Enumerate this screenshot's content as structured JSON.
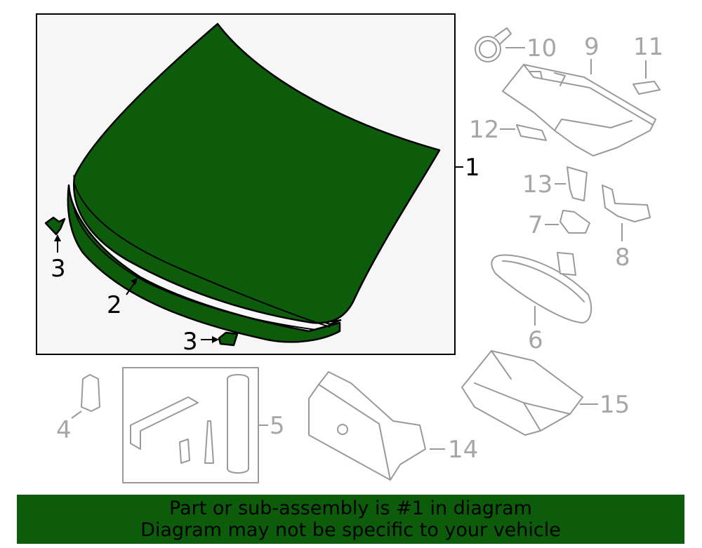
{
  "colors": {
    "highlight": "#0c5c0c",
    "banner": "#0c5c0c",
    "inactive_part": "#9a9a9a",
    "panel_background": "#f6f6f6"
  },
  "callouts": {
    "windshield": "1",
    "molding": "2",
    "clip_left": "3",
    "clip_bottom": "3",
    "cap": "4",
    "kit": "5",
    "mirror": "6",
    "mirror_bracket": "7",
    "mirror_cover": "8",
    "sensor_cover": "9",
    "rain_sensor": "10",
    "connector_11": "11",
    "connector_12": "12",
    "bracket_13": "13",
    "camera_bracket": "14",
    "camera": "15"
  },
  "banner": {
    "line1": "Part or sub-assembly is #1 in diagram",
    "line2": "Diagram may not be specific to your vehicle"
  }
}
